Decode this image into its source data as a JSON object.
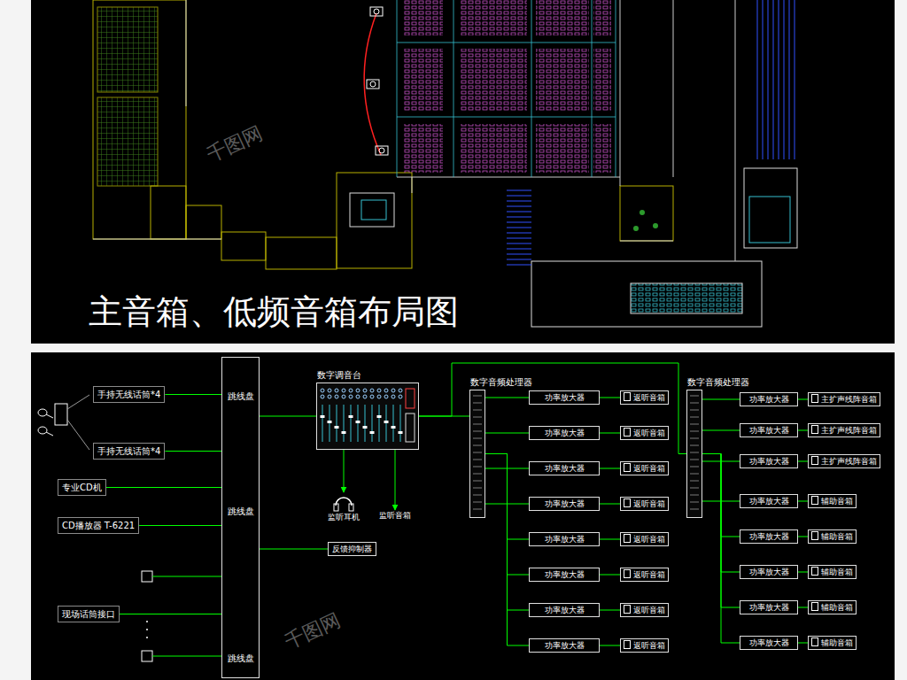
{
  "diagram": {
    "title": "主音箱、低频音箱布局图",
    "nodes": [
      {
        "text": [
          "手持无线话筒*4"
        ]
      },
      {
        "text": [
          "手持无线话筒*4"
        ]
      },
      {
        "text": [
          "专业CD机"
        ]
      },
      {
        "text": [
          "CD播放器 T-6221"
        ]
      },
      {
        "text": [
          "现场话筒接口"
        ]
      },
      {
        "text": [
          "跳线盘",
          "跳线盘",
          "跳线盘"
        ]
      },
      {
        "text": [
          "数字调音台"
        ]
      },
      {
        "text": [
          "监听耳机"
        ]
      },
      {
        "text": [
          "监听音箱"
        ]
      },
      {
        "text": [
          "反馈抑制器"
        ]
      },
      {
        "text": [
          "数字音频处理器"
        ]
      },
      {
        "text": [
          "数字音频处理器"
        ]
      },
      {
        "text": [
          "功率放大器"
        ]
      },
      {
        "text": [
          "功率放大器"
        ]
      },
      {
        "text": [
          "功率放大器"
        ]
      },
      {
        "text": [
          "功率放大器"
        ]
      },
      {
        "text": [
          "功率放大器"
        ]
      },
      {
        "text": [
          "功率放大器"
        ]
      },
      {
        "text": [
          "功率放大器"
        ]
      },
      {
        "text": [
          "功率放大器"
        ]
      },
      {
        "text": [
          "返听音箱"
        ]
      },
      {
        "text": [
          "返听音箱"
        ]
      },
      {
        "text": [
          "返听音箱"
        ]
      },
      {
        "text": [
          "返听音箱"
        ]
      },
      {
        "text": [
          "返听音箱"
        ]
      },
      {
        "text": [
          "返听音箱"
        ]
      },
      {
        "text": [
          "返听音箱"
        ]
      },
      {
        "text": [
          "返听音箱"
        ]
      },
      {
        "text": [
          "功率放大器"
        ]
      },
      {
        "text": [
          "功率放大器"
        ]
      },
      {
        "text": [
          "功率放大器"
        ]
      },
      {
        "text": [
          "功率放大器"
        ]
      },
      {
        "text": [
          "功率放大器"
        ]
      },
      {
        "text": [
          "功率放大器"
        ]
      },
      {
        "text": [
          "功率放大器"
        ]
      },
      {
        "text": [
          "功率放大器"
        ]
      },
      {
        "text": [
          "主扩声线阵音箱"
        ]
      },
      {
        "text": [
          "主扩声线阵音箱"
        ]
      },
      {
        "text": [
          "主扩声线阵音箱"
        ]
      },
      {
        "text": [
          "辅助音箱"
        ]
      },
      {
        "text": [
          "辅助音箱"
        ]
      },
      {
        "text": [
          "辅助音箱"
        ]
      },
      {
        "text": [
          "辅助音箱"
        ]
      },
      {
        "text": [
          "辅助音箱"
        ]
      }
    ],
    "edges": [
      {
        "from": 0,
        "to": 5,
        "arrow": "none"
      },
      {
        "from": 1,
        "to": 5,
        "arrow": "none"
      },
      {
        "from": 2,
        "to": 5,
        "arrow": "none"
      },
      {
        "from": 3,
        "to": 5,
        "arrow": "none"
      },
      {
        "from": 4,
        "to": 5,
        "arrow": "none"
      },
      {
        "from": 5,
        "to": 6,
        "arrow": "none"
      },
      {
        "from": 5,
        "to": 9,
        "arrow": "none"
      },
      {
        "from": 6,
        "to": 7,
        "arrow": "to"
      },
      {
        "from": 6,
        "to": 8,
        "arrow": "to"
      },
      {
        "from": 6,
        "to": 10,
        "arrow": "none"
      },
      {
        "from": 6,
        "to": 11,
        "arrow": "none"
      },
      {
        "from": 10,
        "to": 12,
        "arrow": "none"
      },
      {
        "from": 10,
        "to": 13,
        "arrow": "none"
      },
      {
        "from": 10,
        "to": 14,
        "arrow": "none"
      },
      {
        "from": 10,
        "to": 15,
        "arrow": "none"
      },
      {
        "from": 10,
        "to": 16,
        "arrow": "none"
      },
      {
        "from": 10,
        "to": 17,
        "arrow": "none"
      },
      {
        "from": 10,
        "to": 18,
        "arrow": "none"
      },
      {
        "from": 10,
        "to": 19,
        "arrow": "none"
      },
      {
        "from": 12,
        "to": 20,
        "arrow": "none"
      },
      {
        "from": 13,
        "to": 21,
        "arrow": "none"
      },
      {
        "from": 14,
        "to": 22,
        "arrow": "none"
      },
      {
        "from": 15,
        "to": 23,
        "arrow": "none"
      },
      {
        "from": 16,
        "to": 24,
        "arrow": "none"
      },
      {
        "from": 17,
        "to": 25,
        "arrow": "none"
      },
      {
        "from": 18,
        "to": 26,
        "arrow": "none"
      },
      {
        "from": 19,
        "to": 27,
        "arrow": "none"
      },
      {
        "from": 11,
        "to": 28,
        "arrow": "none"
      },
      {
        "from": 11,
        "to": 29,
        "arrow": "none"
      },
      {
        "from": 11,
        "to": 30,
        "arrow": "none"
      },
      {
        "from": 11,
        "to": 31,
        "arrow": "none"
      },
      {
        "from": 11,
        "to": 32,
        "arrow": "none"
      },
      {
        "from": 11,
        "to": 33,
        "arrow": "none"
      },
      {
        "from": 11,
        "to": 34,
        "arrow": "none"
      },
      {
        "from": 11,
        "to": 35,
        "arrow": "none"
      },
      {
        "from": 28,
        "to": 36,
        "arrow": "none"
      },
      {
        "from": 29,
        "to": 37,
        "arrow": "none"
      },
      {
        "from": 30,
        "to": 38,
        "arrow": "none"
      },
      {
        "from": 31,
        "to": 39,
        "arrow": "none"
      },
      {
        "from": 32,
        "to": 40,
        "arrow": "none"
      },
      {
        "from": 33,
        "to": 41,
        "arrow": "none"
      },
      {
        "from": 34,
        "to": 42,
        "arrow": "none"
      },
      {
        "from": 35,
        "to": 43,
        "arrow": "none"
      }
    ],
    "labels": [
      "千图网",
      "千图网"
    ]
  }
}
